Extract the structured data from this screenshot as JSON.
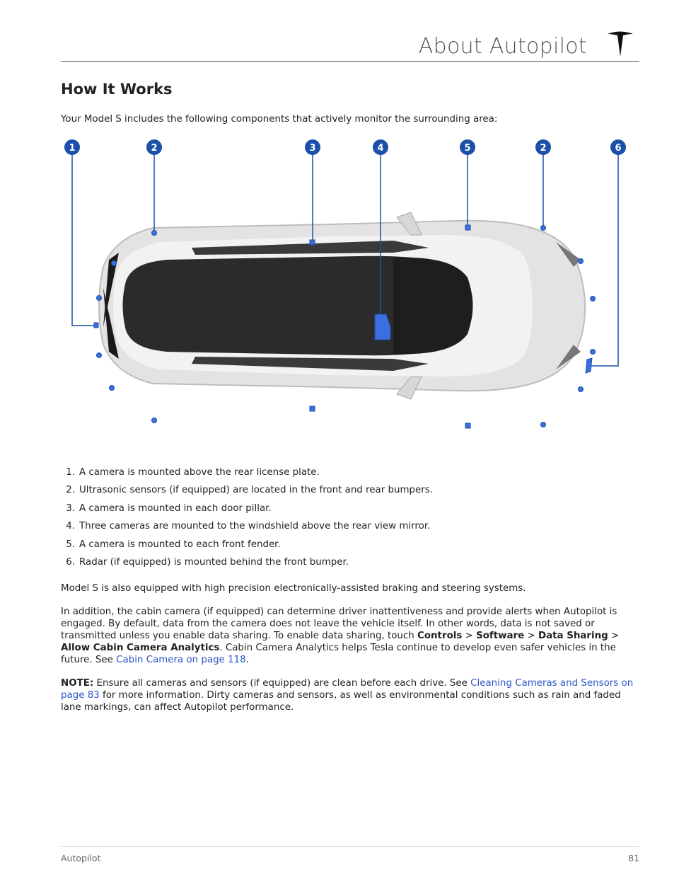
{
  "header": {
    "title": "About Autopilot"
  },
  "section": {
    "heading": "How It Works",
    "intro": "Your Model S includes the following components that actively monitor the surrounding area:"
  },
  "callouts": [
    "1",
    "2",
    "3",
    "4",
    "5",
    "2",
    "6"
  ],
  "items": [
    {
      "num": "1.",
      "text": "A camera is mounted above the rear license plate."
    },
    {
      "num": "2.",
      "text": "Ultrasonic sensors (if equipped) are located in the front and rear bumpers."
    },
    {
      "num": "3.",
      "text": "A camera is mounted in each door pillar."
    },
    {
      "num": "4.",
      "text": "Three cameras are mounted to the windshield above the rear view mirror."
    },
    {
      "num": "5.",
      "text": "A camera is mounted to each front fender."
    },
    {
      "num": "6.",
      "text": "Radar (if equipped) is mounted behind the front bumper."
    }
  ],
  "para1": "Model S is also equipped with high precision electronically-assisted braking and steering systems.",
  "para2": {
    "t1": "In addition, the cabin camera (if equipped) can determine driver inattentiveness and provide alerts when Autopilot is engaged. By default, data from the camera does not leave the vehicle itself. In other words, data is not saved or transmitted unless you enable data sharing. To enable data sharing, touch ",
    "b1": "Controls",
    "sep1": " > ",
    "b2": "Software",
    "sep2": " > ",
    "b3": "Data Sharing",
    "sep3": " > ",
    "b4": "Allow Cabin Camera Analytics",
    "t2": ". Cabin Camera Analytics helps Tesla continue to develop even safer vehicles in the future. See ",
    "link": "Cabin Camera on page 118",
    "t3": "."
  },
  "note": {
    "label": "NOTE:",
    "t1": " Ensure all cameras and sensors (if equipped) are clean before each drive. See ",
    "link": "Cleaning Cameras and Sensors on page 83",
    "t2": " for more information. Dirty cameras and sensors, as well as environmental conditions such as rain and faded lane markings, can affect Autopilot performance."
  },
  "footer": {
    "section": "Autopilot",
    "page": "81"
  },
  "colors": {
    "callout": "#1c4fa8",
    "sensor": "#3b6fe0",
    "link": "#2a55c8"
  }
}
